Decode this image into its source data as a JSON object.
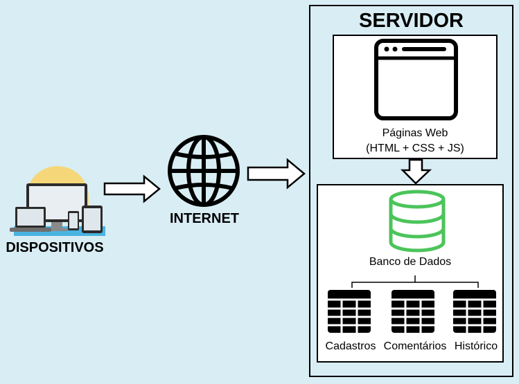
{
  "devices": {
    "label": "DISPOSITIVOS",
    "icon": "devices-icon"
  },
  "internet": {
    "label": "INTERNET",
    "icon": "globe-icon"
  },
  "server": {
    "title": "SERVIDOR",
    "web_pages": {
      "label_line1": "Páginas Web",
      "label_line2": "(HTML + CSS + JS)",
      "icon": "browser-window-icon"
    },
    "database": {
      "label": "Banco de Dados",
      "icon": "database-icon",
      "icon_color": "#4cc45a",
      "tables": [
        {
          "label": "Cadastros",
          "icon": "table-icon"
        },
        {
          "label": "Comentários",
          "icon": "table-icon"
        },
        {
          "label": "Histórico",
          "icon": "table-icon"
        }
      ]
    }
  },
  "colors": {
    "background": "#d9edf4",
    "panel": "#ffffff",
    "database_green": "#4cc45a"
  }
}
